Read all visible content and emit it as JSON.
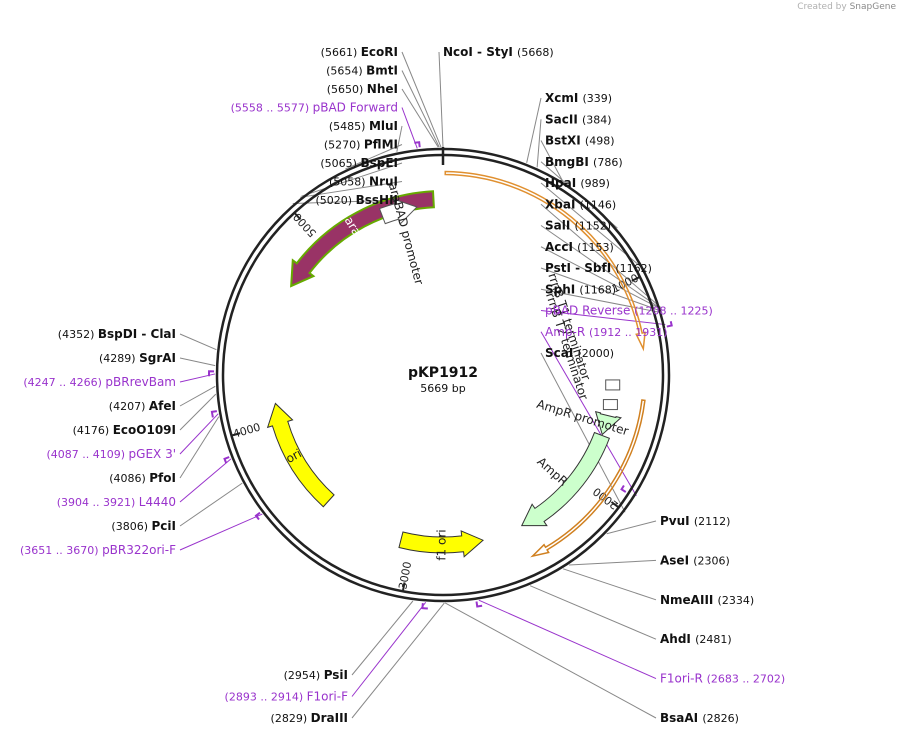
{
  "watermark": {
    "prefix": "Created by",
    "brand": "SnapGene"
  },
  "plasmid": {
    "name": "pKP1912",
    "size_label": "5669 bp",
    "length": 5669
  },
  "colors": {
    "site_line": "#888888",
    "primer": "#9933cc",
    "backbone": "#222222"
  },
  "ticks": [
    {
      "pos": 1000,
      "label": "1000"
    },
    {
      "pos": 2000,
      "label": "2000"
    },
    {
      "pos": 3000,
      "label": "3000"
    },
    {
      "pos": 4000,
      "label": "4000"
    },
    {
      "pos": 5000,
      "label": "5000"
    }
  ],
  "features": [
    {
      "name": "araC",
      "start": 5620,
      "end": 4730,
      "direction": "ccw",
      "color": "#993366",
      "ring": 0,
      "kind": "gene",
      "outline": "#66aa00"
    },
    {
      "name": "araBAD promoter",
      "start": 5340,
      "end": 5530,
      "direction": "cw",
      "color": "#ffffff",
      "ring": 0,
      "kind": "promoter"
    },
    {
      "name": "",
      "start": 10,
      "end": 1300,
      "direction": "cw",
      "color": "#ffffff",
      "ring": -1,
      "kind": "orf",
      "outline": "#e09030"
    },
    {
      "name": "rrnB T1 terminator",
      "start": 1470,
      "end": 1540,
      "direction": "cw",
      "color": "#ffffff",
      "ring": 0,
      "kind": "terminator"
    },
    {
      "name": "rrnB T2 terminator",
      "start": 1575,
      "end": 1605,
      "direction": "cw",
      "color": "#ffffff",
      "ring": 0,
      "kind": "terminator"
    },
    {
      "name": "AmpR promoter",
      "start": 1635,
      "end": 1740,
      "direction": "cw",
      "color": "#ccffcc",
      "ring": 0,
      "kind": "promoter"
    },
    {
      "name": "AmpR",
      "start": 1745,
      "end": 2400,
      "direction": "cw",
      "color": "#ccffcc",
      "ring": 0,
      "kind": "gene"
    },
    {
      "name": "",
      "start": 1530,
      "end": 2420,
      "direction": "cw",
      "color": "#ffffff",
      "ring": -1,
      "kind": "orf",
      "outline": "#d08020"
    },
    {
      "name": "f1 ori",
      "start": 3060,
      "end": 2620,
      "direction": "ccw",
      "color": "#ffff00",
      "ring": 0,
      "kind": "origin"
    },
    {
      "name": "ori",
      "start": 3500,
      "end": 4100,
      "direction": "cw",
      "color": "#ffff00",
      "ring": 0,
      "kind": "origin"
    }
  ],
  "primer_marks": [
    {
      "start": 5558,
      "end": 5577,
      "side": "out"
    },
    {
      "start": 1208,
      "end": 1225,
      "side": "out"
    },
    {
      "start": 1912,
      "end": 1931,
      "side": "in"
    },
    {
      "start": 2683,
      "end": 2702,
      "side": "out"
    },
    {
      "start": 2893,
      "end": 2914,
      "side": "out"
    },
    {
      "start": 3651,
      "end": 3670,
      "side": "out"
    },
    {
      "start": 3904,
      "end": 3921,
      "side": "out"
    },
    {
      "start": 4087,
      "end": 4109,
      "side": "out"
    },
    {
      "start": 4247,
      "end": 4266,
      "side": "out"
    }
  ],
  "labels": [
    {
      "kind": "site",
      "pos": 5661,
      "side": "left",
      "name": "EcoRI",
      "coord": "(5661)",
      "extra": ""
    },
    {
      "kind": "site",
      "pos": 5654,
      "side": "left",
      "name": "BmtI",
      "coord": "(5654)",
      "extra": ""
    },
    {
      "kind": "site",
      "pos": 5650,
      "side": "left",
      "name": "NheI",
      "coord": "(5650)",
      "extra": ""
    },
    {
      "kind": "primer",
      "pos": 5567,
      "side": "left",
      "name": "pBAD Forward",
      "coord": "(5558 .. 5577)",
      "extra": ""
    },
    {
      "kind": "site",
      "pos": 5485,
      "side": "left",
      "name": "MluI",
      "coord": "(5485)",
      "extra": ""
    },
    {
      "kind": "site",
      "pos": 5270,
      "side": "left",
      "name": "PflMI",
      "coord": "(5270)",
      "extra": ""
    },
    {
      "kind": "site",
      "pos": 5065,
      "side": "left",
      "name": "BspEI",
      "coord": "(5065)",
      "extra": ""
    },
    {
      "kind": "site",
      "pos": 5058,
      "side": "left",
      "name": "NruI",
      "coord": "(5058)",
      "extra": ""
    },
    {
      "kind": "site",
      "pos": 5020,
      "side": "left",
      "name": "BssHII",
      "coord": "(5020)",
      "extra": ""
    },
    {
      "kind": "site",
      "pos": 4352,
      "side": "left",
      "name": "BspDI",
      "coord": "(4352)",
      "extra": "ClaI"
    },
    {
      "kind": "site",
      "pos": 4289,
      "side": "left",
      "name": "SgrAI",
      "coord": "(4289)",
      "extra": ""
    },
    {
      "kind": "primer",
      "pos": 4256,
      "side": "left",
      "name": "pBRrevBam",
      "coord": "(4247 .. 4266)",
      "extra": ""
    },
    {
      "kind": "site",
      "pos": 4207,
      "side": "left",
      "name": "AfeI",
      "coord": "(4207)",
      "extra": ""
    },
    {
      "kind": "site",
      "pos": 4176,
      "side": "left",
      "name": "EcoO109I",
      "coord": "(4176)",
      "extra": ""
    },
    {
      "kind": "primer",
      "pos": 4098,
      "side": "left",
      "name": "pGEX 3'",
      "coord": "(4087 .. 4109)",
      "extra": ""
    },
    {
      "kind": "site",
      "pos": 4086,
      "side": "left",
      "name": "PfoI",
      "coord": "(4086)",
      "extra": ""
    },
    {
      "kind": "primer",
      "pos": 3912,
      "side": "left",
      "name": "L4440",
      "coord": "(3904 .. 3921)",
      "extra": ""
    },
    {
      "kind": "site",
      "pos": 3806,
      "side": "left",
      "name": "PciI",
      "coord": "(3806)",
      "extra": ""
    },
    {
      "kind": "primer",
      "pos": 3660,
      "side": "left",
      "name": "pBR322ori-F",
      "coord": "(3651 .. 3670)",
      "extra": ""
    },
    {
      "kind": "site",
      "pos": 2954,
      "side": "left",
      "name": "PsiI",
      "coord": "(2954)",
      "extra": ""
    },
    {
      "kind": "primer",
      "pos": 2903,
      "side": "left",
      "name": "F1ori-F",
      "coord": "(2893 .. 2914)",
      "extra": ""
    },
    {
      "kind": "site",
      "pos": 2829,
      "side": "left",
      "name": "DraIII",
      "coord": "(2829)",
      "extra": ""
    },
    {
      "kind": "site",
      "pos": 0,
      "side": "right",
      "name": "NcoI",
      "coord": "(5668)",
      "extra": "StyI"
    },
    {
      "kind": "site",
      "pos": 339,
      "side": "right",
      "name": "XcmI",
      "coord": "(339)",
      "extra": ""
    },
    {
      "kind": "site",
      "pos": 384,
      "side": "right",
      "name": "SacII",
      "coord": "(384)",
      "extra": ""
    },
    {
      "kind": "site",
      "pos": 498,
      "side": "right",
      "name": "BstXI",
      "coord": "(498)",
      "extra": ""
    },
    {
      "kind": "site",
      "pos": 786,
      "side": "right",
      "name": "BmgBI",
      "coord": "(786)",
      "extra": ""
    },
    {
      "kind": "site",
      "pos": 989,
      "side": "right",
      "name": "HpaI",
      "coord": "(989)",
      "extra": ""
    },
    {
      "kind": "site",
      "pos": 1146,
      "side": "right",
      "name": "XbaI",
      "coord": "(1146)",
      "extra": ""
    },
    {
      "kind": "site",
      "pos": 1152,
      "side": "right",
      "name": "SalI",
      "coord": "(1152)",
      "extra": ""
    },
    {
      "kind": "site",
      "pos": 1153,
      "side": "right",
      "name": "AccI",
      "coord": "(1153)",
      "extra": ""
    },
    {
      "kind": "site",
      "pos": 1162,
      "side": "right",
      "name": "PstI",
      "coord": "(1162)",
      "extra": "SbfI"
    },
    {
      "kind": "site",
      "pos": 1168,
      "side": "right",
      "name": "SphI",
      "coord": "(1168)",
      "extra": ""
    },
    {
      "kind": "primer",
      "pos": 1216,
      "side": "right",
      "name": "pBAD Reverse",
      "coord": "(1208 .. 1225)",
      "extra": ""
    },
    {
      "kind": "primer",
      "pos": 1921,
      "side": "right",
      "name": "Amp-R",
      "coord": "(1912 .. 1931)",
      "extra": ""
    },
    {
      "kind": "site",
      "pos": 2000,
      "side": "right",
      "name": "ScaI",
      "coord": "(2000)",
      "extra": ""
    },
    {
      "kind": "site",
      "pos": 2112,
      "side": "right",
      "name": "PvuI",
      "coord": "(2112)",
      "extra": ""
    },
    {
      "kind": "site",
      "pos": 2306,
      "side": "right",
      "name": "AseI",
      "coord": "(2306)",
      "extra": ""
    },
    {
      "kind": "site",
      "pos": 2334,
      "side": "right",
      "name": "NmeAIII",
      "coord": "(2334)",
      "extra": ""
    },
    {
      "kind": "site",
      "pos": 2481,
      "side": "right",
      "name": "AhdI",
      "coord": "(2481)",
      "extra": ""
    },
    {
      "kind": "primer",
      "pos": 2692,
      "side": "right",
      "name": "F1ori-R",
      "coord": "(2683 .. 2702)",
      "extra": ""
    },
    {
      "kind": "site",
      "pos": 2826,
      "side": "right",
      "name": "BsaAI",
      "coord": "(2826)",
      "extra": ""
    }
  ]
}
